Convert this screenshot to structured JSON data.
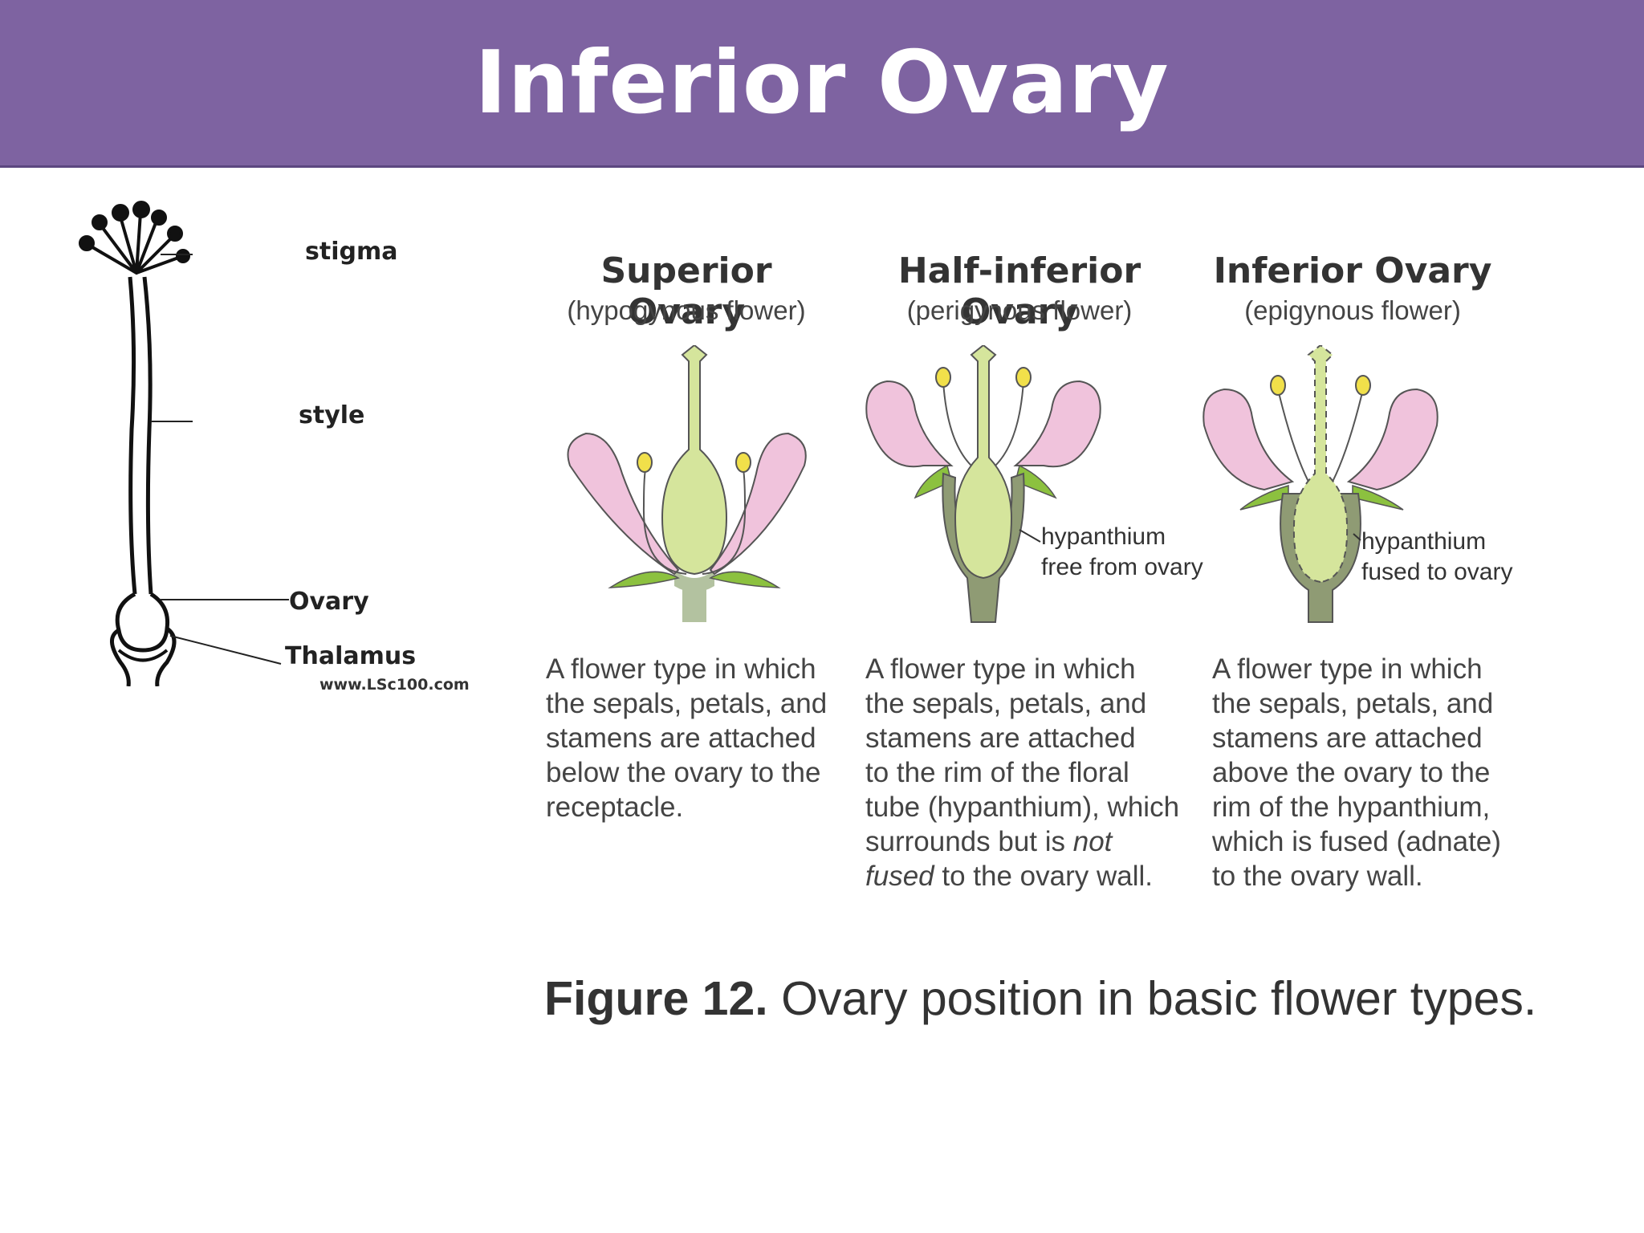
{
  "slide": {
    "title": "Inferior Ovary"
  },
  "pistil": {
    "labels": {
      "stigma": "stigma",
      "style": "style",
      "ovary": "Ovary",
      "thalamus": "Thalamus"
    },
    "watermark": "www.LSc100.com"
  },
  "figure": {
    "columns": [
      {
        "title": "Superior Ovary",
        "subtitle": "(hypogynous flower)",
        "desc_lines": [
          "A flower type in which",
          "the sepals, petals, and",
          "stamens are attached",
          "below the ovary to the",
          "receptacle."
        ]
      },
      {
        "title": "Half-inferior Ovary",
        "subtitle": "(perigynous flower)",
        "callout_lines": [
          "hypanthium",
          "free from ovary"
        ],
        "desc_lines": [
          "A flower type in which",
          "the sepals, petals, and",
          "stamens are attached",
          "to the rim of the floral",
          "tube (hypanthium), which"
        ],
        "desc_line6_pre": "surrounds but is ",
        "desc_line6_em": "not",
        "desc_line7_em": "fused",
        "desc_line7_post": " to the ovary wall."
      },
      {
        "title": "Inferior Ovary",
        "subtitle": "(epigynous flower)",
        "callout_lines": [
          "hypanthium",
          "fused to ovary"
        ],
        "desc_lines": [
          "A flower type in which",
          "the sepals, petals, and",
          "stamens are attached",
          "above the ovary to the",
          "rim of the hypanthium,",
          "which is fused (adnate)",
          "to the ovary wall."
        ]
      }
    ],
    "caption_bold": "Figure 12.",
    "caption_text": " Ovary position in basic flower types."
  },
  "colors": {
    "title_bar": "#7e63a1",
    "petal": "#f0c3dc",
    "ovary": "#d5e59c",
    "sepal": "#8cc13f",
    "hypanthium": "#8f9b74",
    "anther": "#f1e04a"
  }
}
